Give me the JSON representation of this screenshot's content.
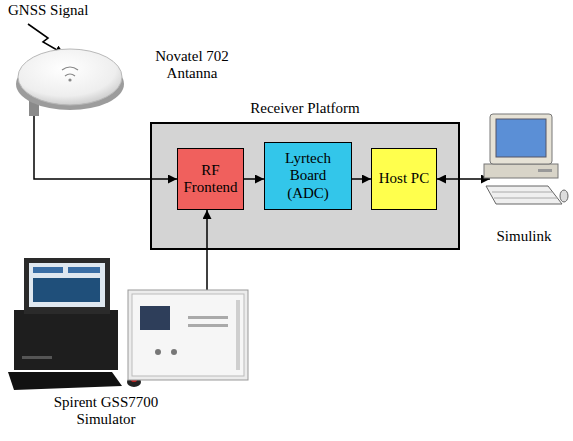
{
  "diagram": {
    "nodes": [
      {
        "text": [
          "Novatel 702 Antanna"
        ]
      },
      {
        "text": [
          "Receiver Platform"
        ]
      },
      {
        "text": [
          "RF Frontend"
        ],
        "in": 1
      },
      {
        "text": [
          "Lyrtech Board (ADC)"
        ],
        "in": 1
      },
      {
        "text": [
          "Host PC"
        ],
        "in": 1
      },
      {
        "text": [
          "Simulink"
        ]
      },
      {
        "text": [
          "Spirent GSS7700 Simulator"
        ]
      }
    ],
    "edges": [
      {
        "from": 0,
        "to": 2,
        "arrow": "to"
      },
      {
        "from": 2,
        "to": 3,
        "arrow": "to"
      },
      {
        "from": 3,
        "to": 4,
        "arrow": "to"
      },
      {
        "from": 4,
        "to": 5,
        "arrow": "both"
      },
      {
        "from": 6,
        "to": 2,
        "arrow": "to"
      }
    ],
    "labels": [
      "GNSS Signal"
    ]
  }
}
